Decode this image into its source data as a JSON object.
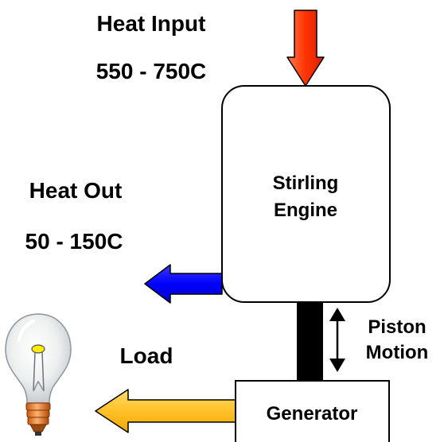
{
  "heat_input": {
    "title": "Heat Input",
    "range": "550 - 750C",
    "arrow_color": "#ff3300"
  },
  "heat_out": {
    "title": "Heat Out",
    "range": "50 - 150C",
    "arrow_color": "#0000ff"
  },
  "engine": {
    "line1": "Stirling",
    "line2": "Engine"
  },
  "piston": {
    "line1": "Piston",
    "line2": "Motion"
  },
  "load": {
    "label": "Load",
    "arrow_color": "#ffcc33",
    "icon": "light-bulb-icon"
  },
  "generator": {
    "label": "Generator"
  }
}
